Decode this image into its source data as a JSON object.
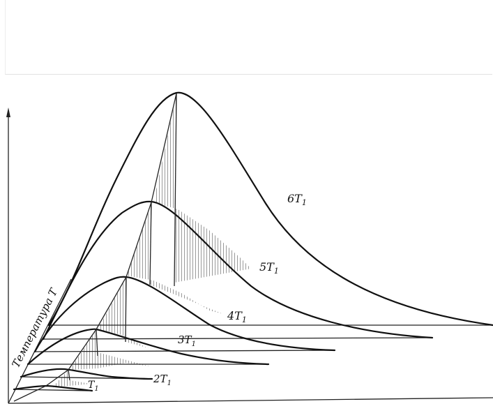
{
  "diagram": {
    "axis_label": "Температура T",
    "curves": [
      {
        "label": "T",
        "sub": "1"
      },
      {
        "label": "2T",
        "sub": "1"
      },
      {
        "label": "3T",
        "sub": "1"
      },
      {
        "label": "4T",
        "sub": "1"
      },
      {
        "label": "5T",
        "sub": "1"
      },
      {
        "label": "6T",
        "sub": "1"
      }
    ]
  }
}
